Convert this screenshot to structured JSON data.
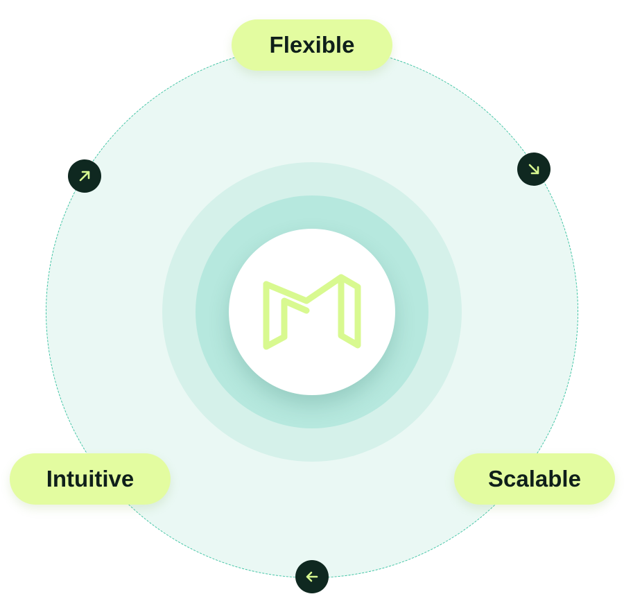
{
  "nodes": {
    "top": {
      "label": "Flexible"
    },
    "left": {
      "label": "Intuitive"
    },
    "right": {
      "label": "Scalable"
    }
  },
  "connectors": [
    {
      "id": "upper-left",
      "icon": "arrow-up-right-icon"
    },
    {
      "id": "upper-right",
      "icon": "arrow-down-right-icon"
    },
    {
      "id": "bottom",
      "icon": "arrow-left-icon"
    }
  ],
  "center": {
    "icon": "m-logo-icon"
  },
  "colors": {
    "orbit_fill": "#eaf8f4",
    "orbit_stroke": "#3cc3a2",
    "ring_outer": "#d5f1ea",
    "ring_inner": "#b6e8de",
    "pill_fill": "#e3fca0",
    "logo_stroke": "#d8f990",
    "connector_fill": "#0f2820",
    "connector_arrow": "#d8f990",
    "label_text": "#0f1f1a"
  }
}
